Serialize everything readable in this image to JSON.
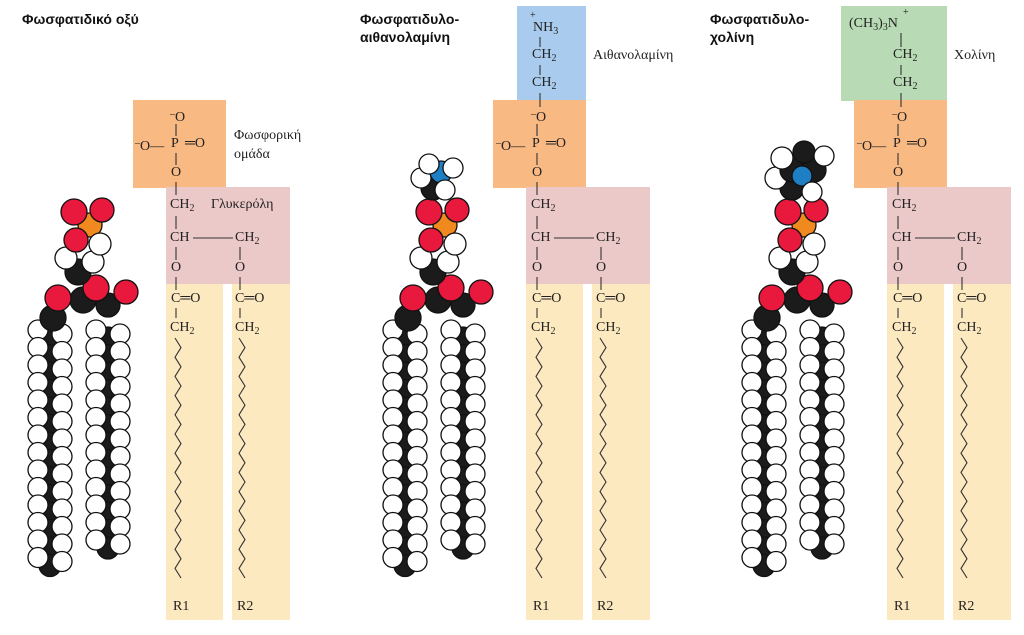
{
  "colors": {
    "phosphate": "#f9b983",
    "glycerol": "#ecc9c9",
    "chain": "#fde9c0",
    "ethanolamine": "#a8cbee",
    "choline": "#b8dbb5",
    "oxygen": "#e8193c",
    "carbon": "#1b1b1b",
    "phosphorus": "#f08a1e",
    "nitrogen": "#1e7fc4"
  },
  "panels": [
    {
      "title_line1": "Φωσφατιδικό οξύ",
      "title_line2": "",
      "phosphate_label_line1": "Φωσφορική",
      "phosphate_label_line2": "ομάδα",
      "glycerol_label": "Γλυκερόλη",
      "head_label": "",
      "r1": "R1",
      "r2": "R2",
      "icons": [
        "space-filling-model-icon"
      ]
    },
    {
      "title_line1": "Φωσφατιδυλο-",
      "title_line2": "αιθανολαμίνη",
      "head_label": "Αιθανολαμίνη",
      "head_formula": "NH",
      "head_formula_sub": "3",
      "head_charge": "+",
      "r1": "R1",
      "r2": "R2",
      "icons": [
        "space-filling-model-icon"
      ]
    },
    {
      "title_line1": "Φωσφατιδυλο-",
      "title_line2": "χολίνη",
      "head_label": "Χολίνη",
      "head_formula": "(CH",
      "head_formula_sub": "3",
      "head_formula_tail": ")",
      "head_formula_sub2": "3",
      "head_formula_n": "N",
      "head_charge": "+",
      "r1": "R1",
      "r2": "R2",
      "icons": [
        "space-filling-model-icon"
      ]
    }
  ],
  "chem": {
    "o_minus": "O",
    "minus": "–",
    "p": "P",
    "eq_o": "═O",
    "o": "O",
    "ch2": "CH",
    "ch2_sub": "2",
    "ch": "CH",
    "co": "C═O",
    "dash": "—"
  }
}
